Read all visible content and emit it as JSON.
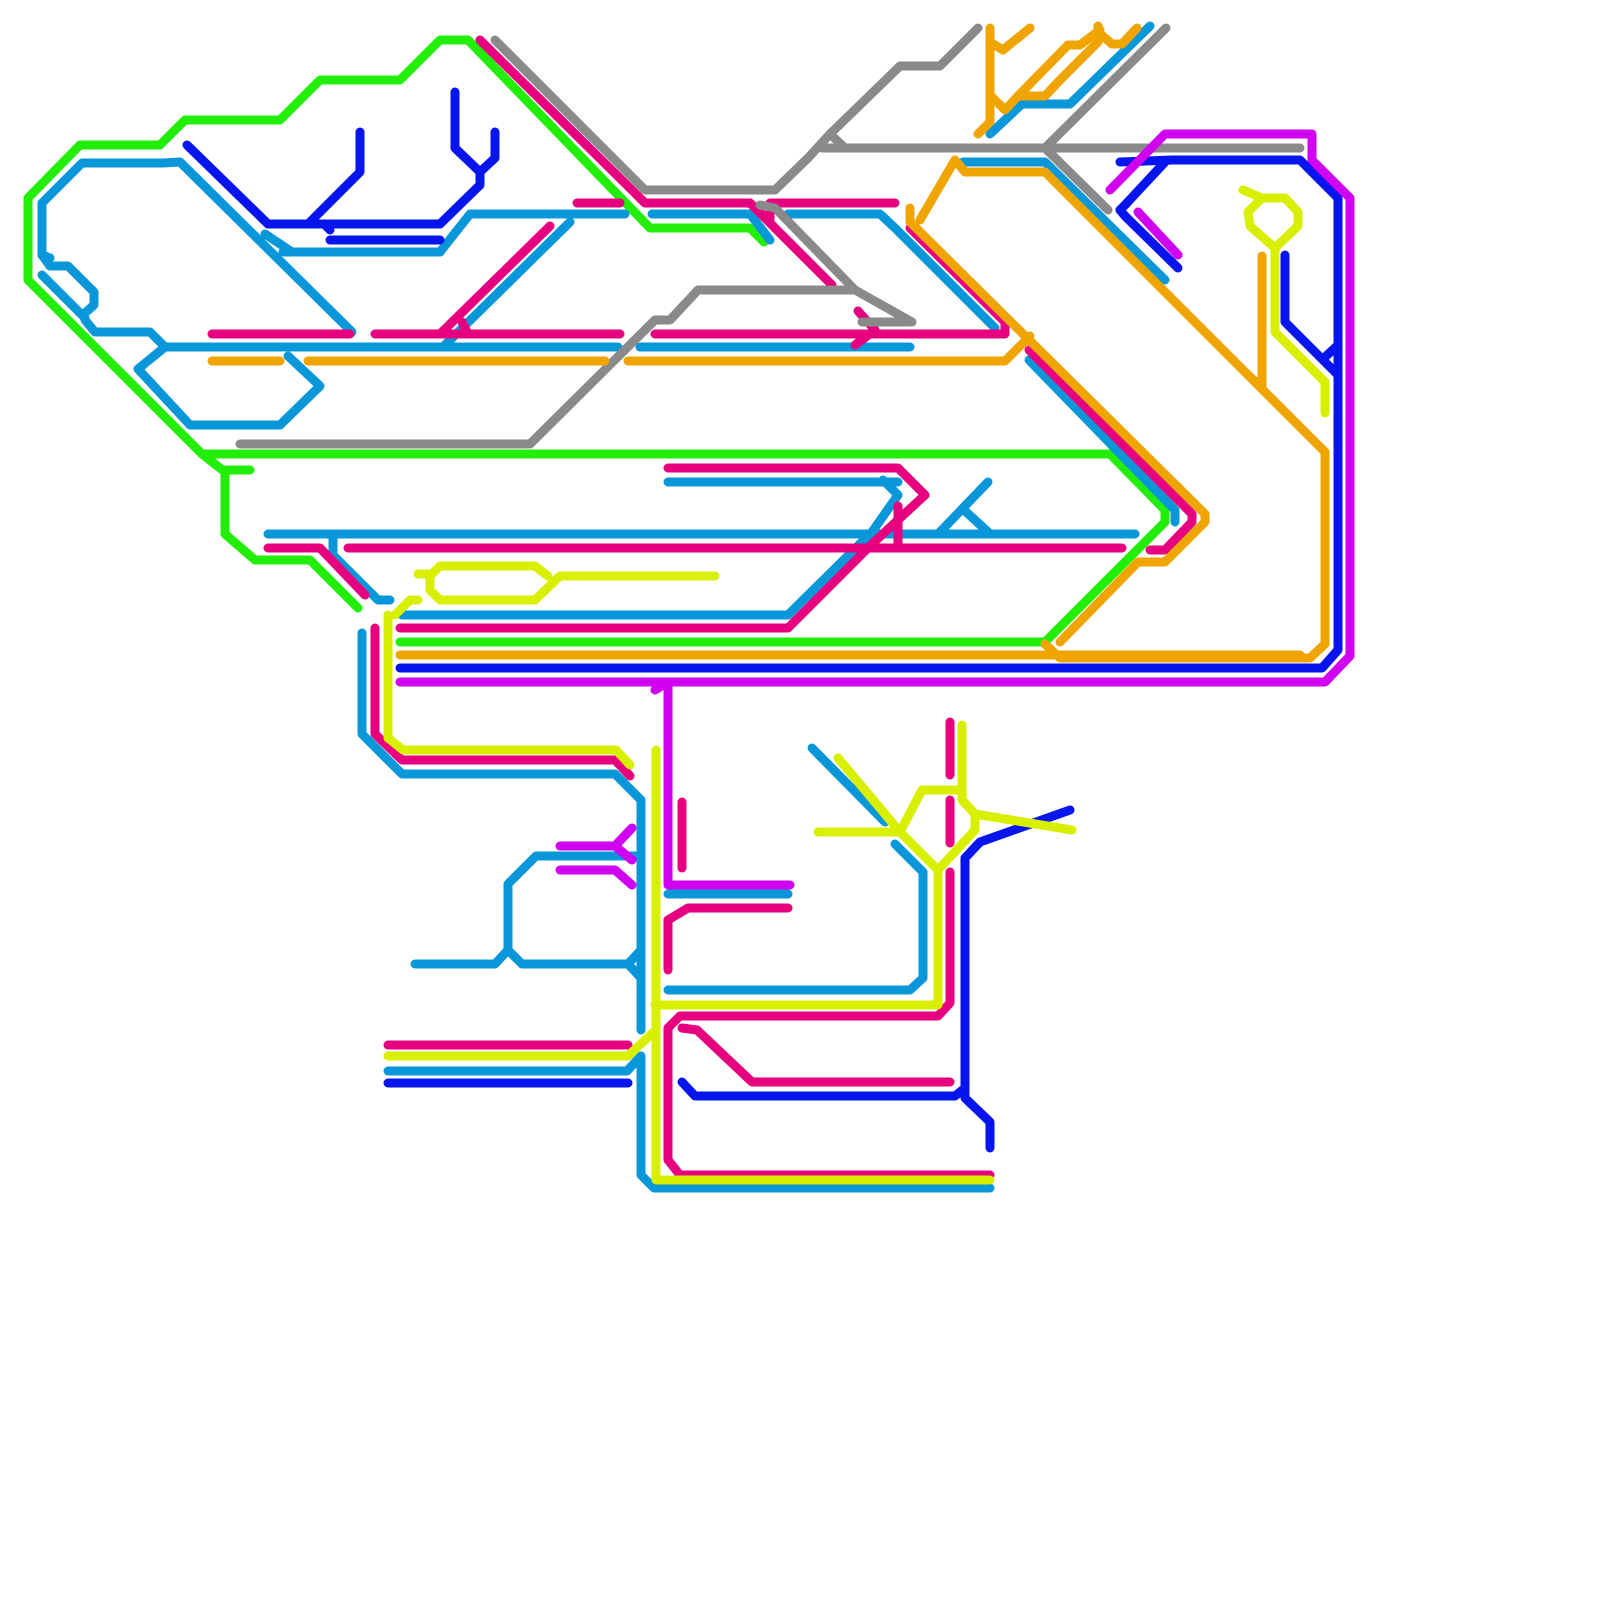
{
  "diagram": {
    "type": "transit-line-map",
    "labels": [],
    "lines": [
      {
        "id": "green",
        "color": "#22ee0a"
      },
      {
        "id": "blue",
        "color": "#0a97d9"
      },
      {
        "id": "navy",
        "color": "#0615ee"
      },
      {
        "id": "magenta",
        "color": "#e6007f"
      },
      {
        "id": "grey",
        "color": "#8a8a8a"
      },
      {
        "id": "orange",
        "color": "#f0a400"
      },
      {
        "id": "lime",
        "color": "#d8f000"
      },
      {
        "id": "purple",
        "color": "#d000f0"
      }
    ]
  }
}
